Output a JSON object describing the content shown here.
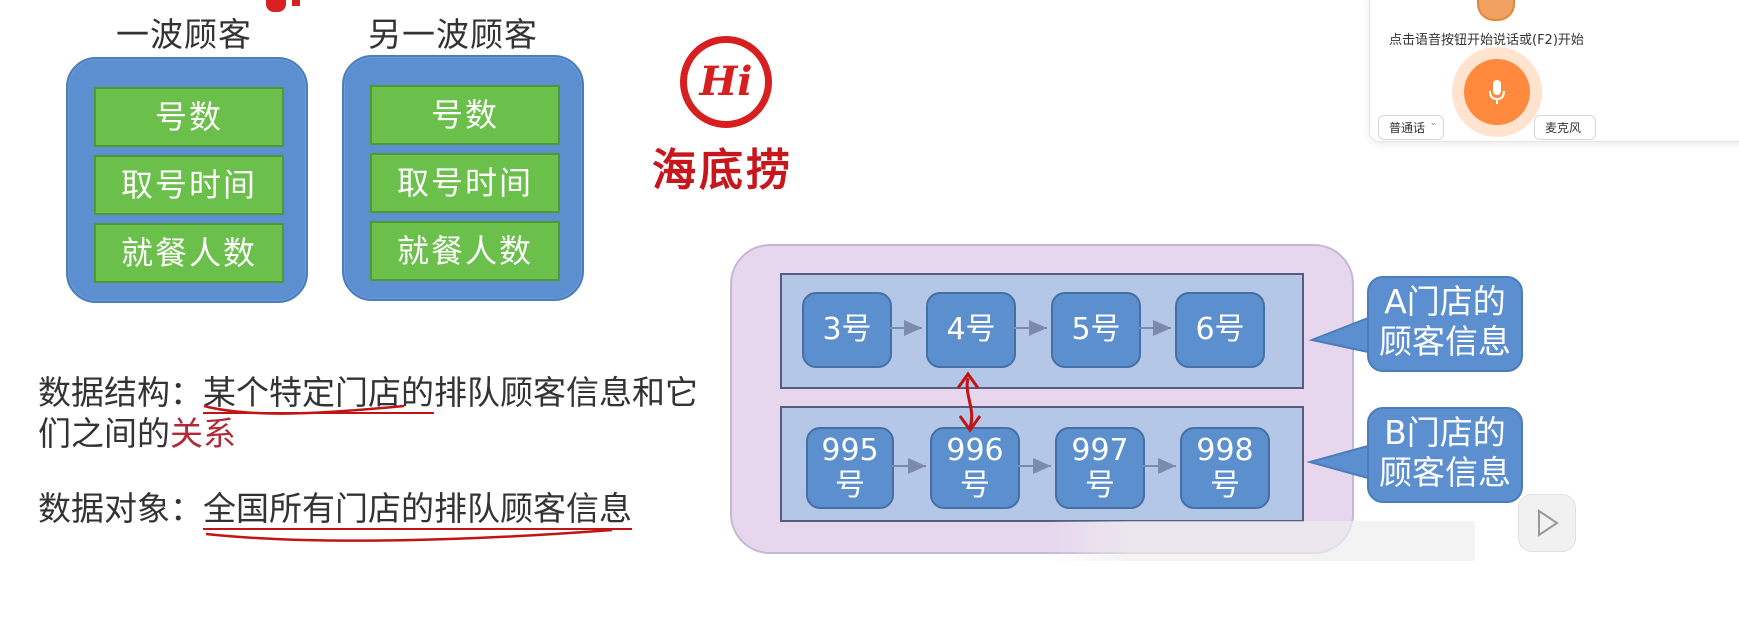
{
  "groups": [
    {
      "title": "一波顾客",
      "fields": [
        "号数",
        "取号时间",
        "就餐人数"
      ]
    },
    {
      "title": "另一波顾客",
      "fields": [
        "号数",
        "取号时间",
        "就餐人数"
      ]
    }
  ],
  "logo": {
    "mark": "Hi",
    "name": "海底捞"
  },
  "descriptions": {
    "structure": {
      "prefix": "数据结构：",
      "underlined": "某个特定门店的",
      "middle": "排队顾客信息和它们之间的",
      "relation": "关系"
    },
    "object": {
      "prefix": "数据对象：",
      "content": "全国所有门店的排队顾客信息"
    }
  },
  "diagram": {
    "lane_a": {
      "nodes": [
        "3号",
        "4号",
        "5号",
        "6号"
      ],
      "callout": [
        "A门店的",
        "顾客信息"
      ]
    },
    "lane_b": {
      "nodes": [
        [
          "995",
          "号"
        ],
        [
          "996",
          "号"
        ],
        [
          "997",
          "号"
        ],
        [
          "998",
          "号"
        ]
      ],
      "callout": [
        "B门店的",
        "顾客信息"
      ]
    }
  },
  "voice_widget": {
    "prompt": "点击语音按钮开始说话或(F2)开始",
    "language": "普通话",
    "mic_label": "麦克风"
  },
  "colors": {
    "group_box": "#5b8fcf",
    "field": "#6bbf4b",
    "logo_red": "#d71f1f",
    "panel": "#e6d6ee",
    "lane": "#b5c7e6",
    "node": "#5c8fcd",
    "mic": "#ff8a3d"
  }
}
